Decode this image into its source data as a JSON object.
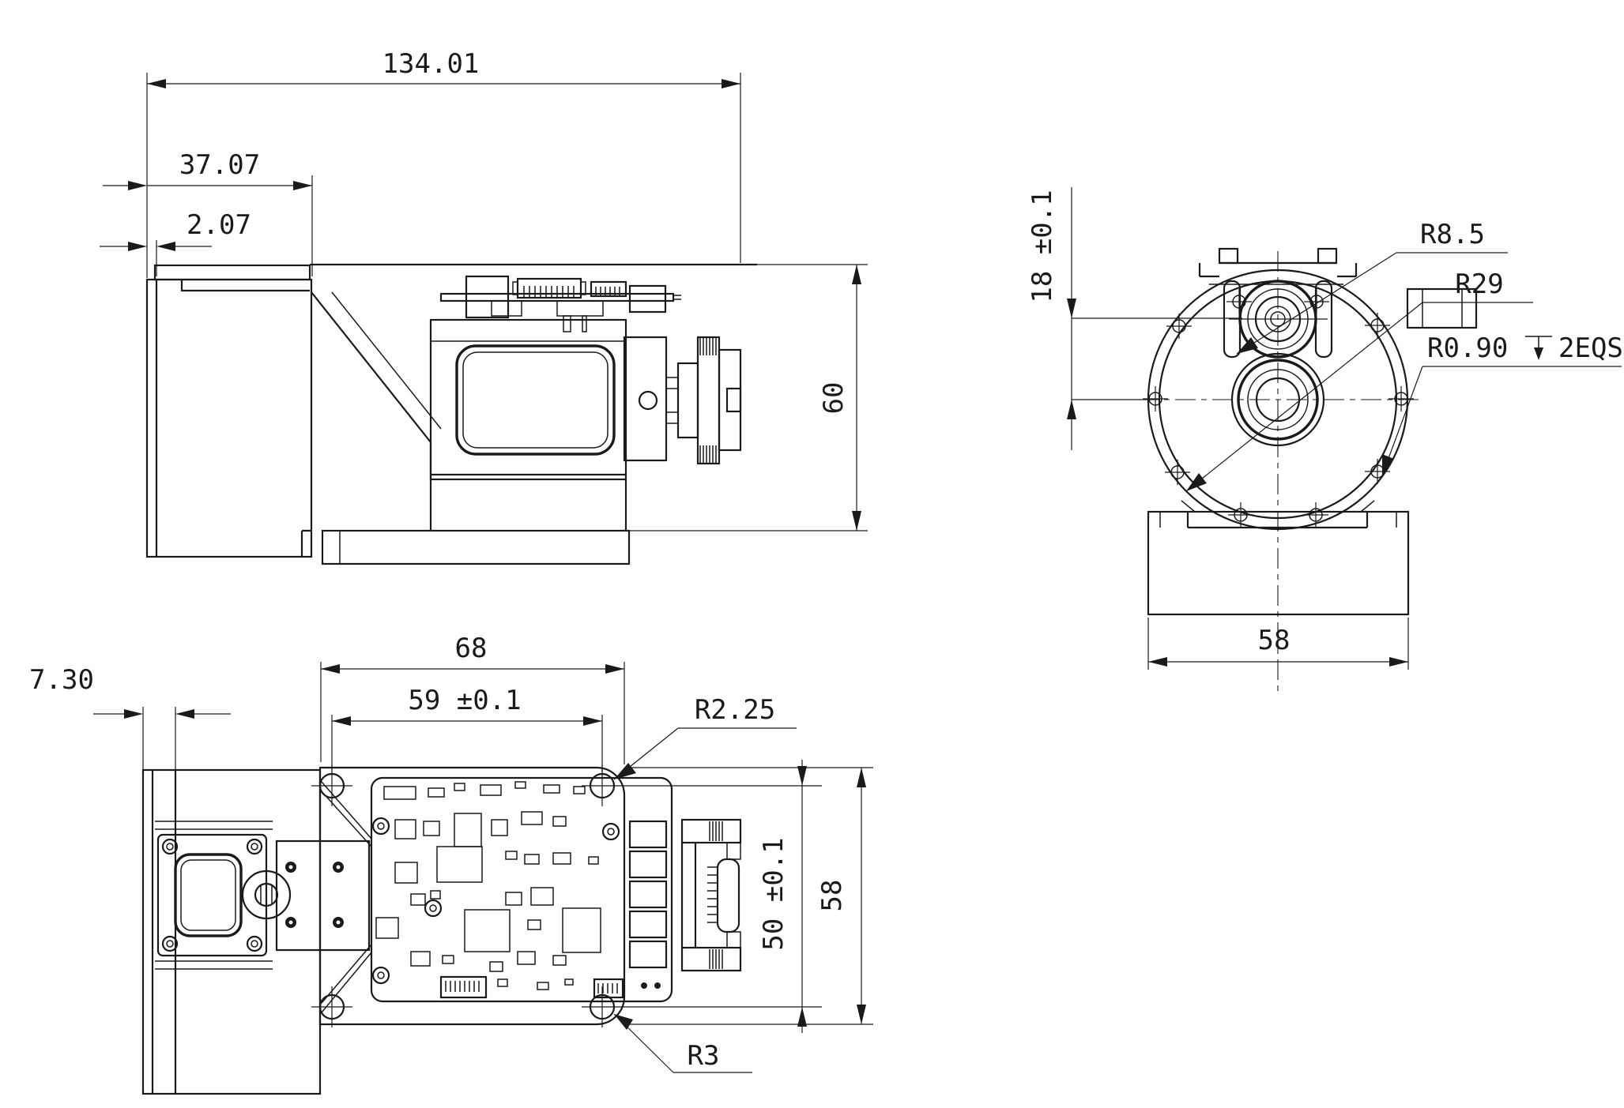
{
  "drawing": {
    "background": "#ffffff",
    "line_color": "#1a1a1a",
    "side_view": {
      "dim_length_total": "134.01",
      "dim_length_box": "37.07",
      "dim_wall": "2.07",
      "dim_height": "60"
    },
    "front_view": {
      "dim_offset": "18 ±0.1",
      "radius_small_lens": "R8.5",
      "radius_body": "R29",
      "radius_groove_prefix": "R0.90",
      "radius_groove_suffix": "2EQS",
      "dim_base_width": "58"
    },
    "bottom_view": {
      "dim_wall": "7.30",
      "dim_plate_length": "68",
      "dim_hole_span": "59 ±0.1",
      "radius_corner_hole": "R2.25",
      "dim_hole_span_v": "50 ±0.1",
      "dim_plate_width": "58",
      "radius_corner_hole2": "R3"
    }
  }
}
